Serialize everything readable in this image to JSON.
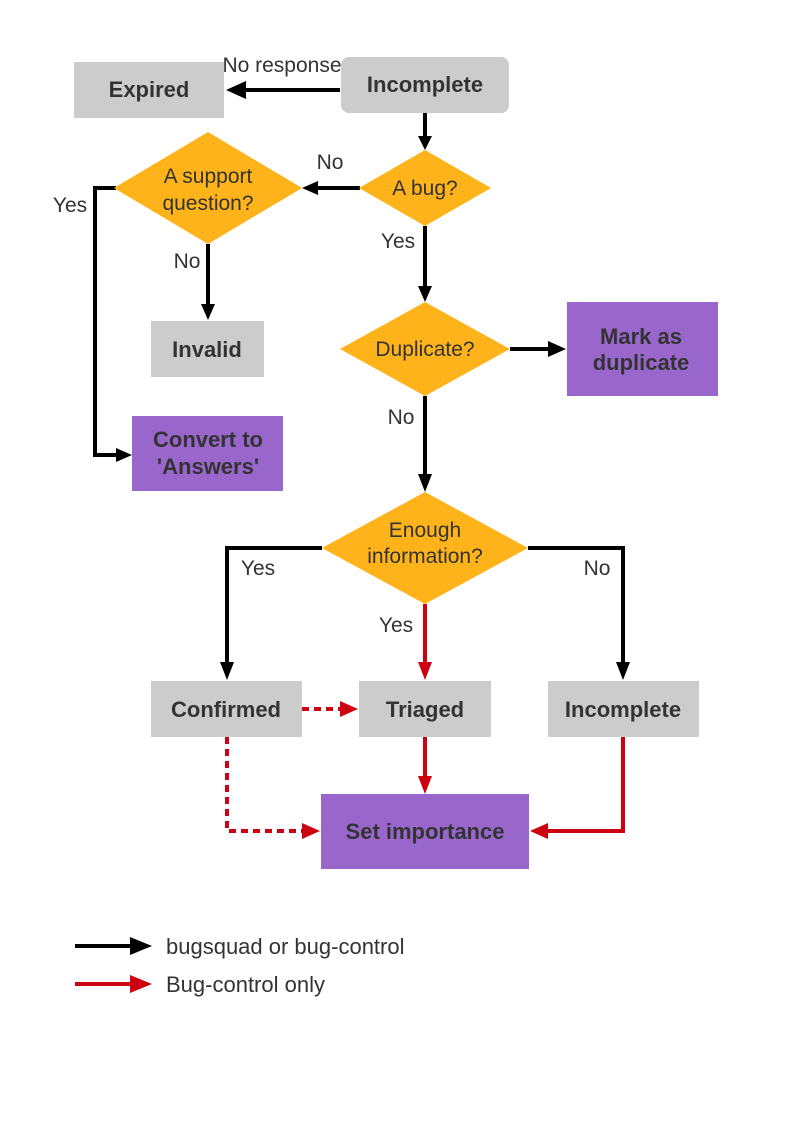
{
  "colors": {
    "state_box": "#cccccc",
    "action_box": "#9966cc",
    "decision": "#ffb31a",
    "arrow_any": "#000000",
    "arrow_bug_control": "#cc0011"
  },
  "nodes": {
    "expired": "Expired",
    "incomplete_top": "Incomplete",
    "support_question": [
      "A support",
      "question?"
    ],
    "a_bug": "A bug?",
    "invalid": "Invalid",
    "duplicate": "Duplicate?",
    "mark_duplicate": [
      "Mark as",
      "duplicate"
    ],
    "convert_answers": [
      "Convert to",
      "'Answers'"
    ],
    "enough_info": [
      "Enough",
      "information?"
    ],
    "confirmed": "Confirmed",
    "triaged": "Triaged",
    "incomplete_bottom": "Incomplete",
    "set_importance": "Set importance"
  },
  "edge_labels": {
    "no_response": "No response",
    "bug_no": "No",
    "support_yes": "Yes",
    "support_no": "No",
    "bug_yes": "Yes",
    "duplicate_no": "No",
    "enough_yes_left": "Yes",
    "enough_yes_center": "Yes",
    "enough_no": "No"
  },
  "legend": [
    {
      "label": "bugsquad or bug-control",
      "color": "#000000"
    },
    {
      "label": "Bug-control only",
      "color": "#cc0011"
    }
  ]
}
